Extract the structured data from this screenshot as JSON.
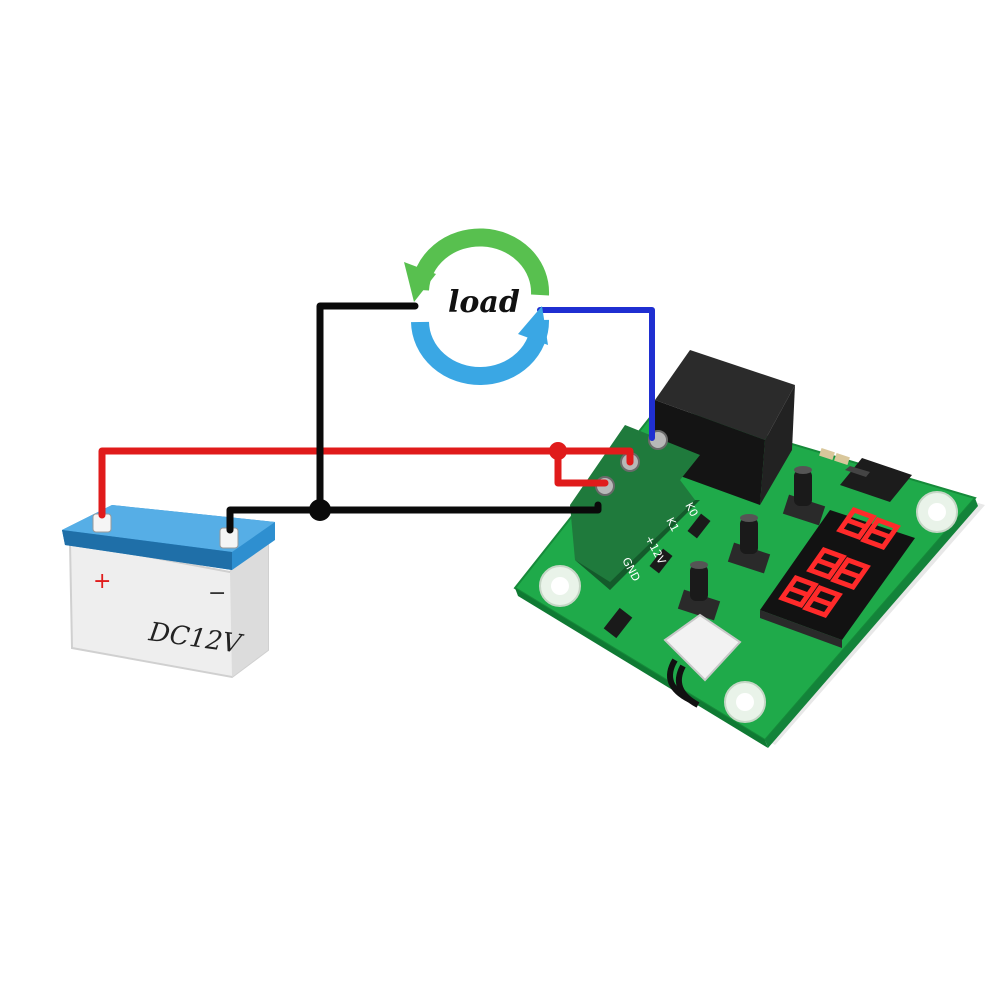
{
  "diagram": {
    "load_label": "load",
    "battery_label": "DC12V",
    "battery_plus": "+",
    "battery_minus": "−",
    "board_silk": {
      "k0": "K0",
      "k1": "K1",
      "v12": "+12V",
      "gnd": "GND"
    }
  },
  "colors": {
    "positive_wire": "#e01b1b",
    "negative_wire": "#0a0a0a",
    "load_wire": "#1f2fd1",
    "pcb": "#1faa4a",
    "terminal_block": "#1f7a3c",
    "relay": "#1b1b1b",
    "display_digits": "#ff2a2a",
    "battery_top": "#2e8fd0",
    "battery_body": "#eeeeee",
    "arrow_green": "#58c04f",
    "arrow_blue": "#3aa7e4"
  },
  "icons": [
    "cycle-arrows-icon",
    "battery-icon",
    "thermostat-board-icon"
  ]
}
